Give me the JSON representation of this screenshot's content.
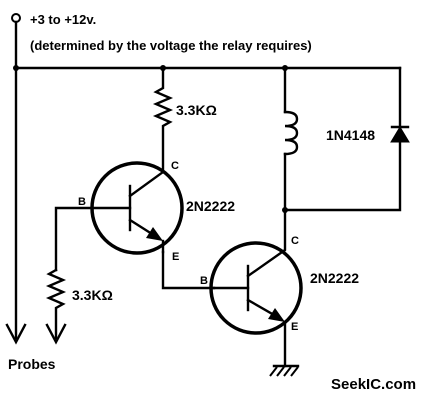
{
  "supply": {
    "label": "+3 to +12v.",
    "note": "(determined by the voltage the relay requires)"
  },
  "resistor_top": {
    "value": "3.3KΩ"
  },
  "resistor_probe": {
    "value": "3.3KΩ"
  },
  "diode": {
    "label": "1N4148"
  },
  "transistor_1": {
    "part": "2N2222",
    "pin_base": "B",
    "pin_collector": "C",
    "pin_emitter": "E"
  },
  "transistor_2": {
    "part": "2N2222",
    "pin_base": "B",
    "pin_collector": "C",
    "pin_emitter": "E"
  },
  "probes": {
    "label": "Probes"
  },
  "watermark": {
    "text": "SeekIC.com"
  }
}
